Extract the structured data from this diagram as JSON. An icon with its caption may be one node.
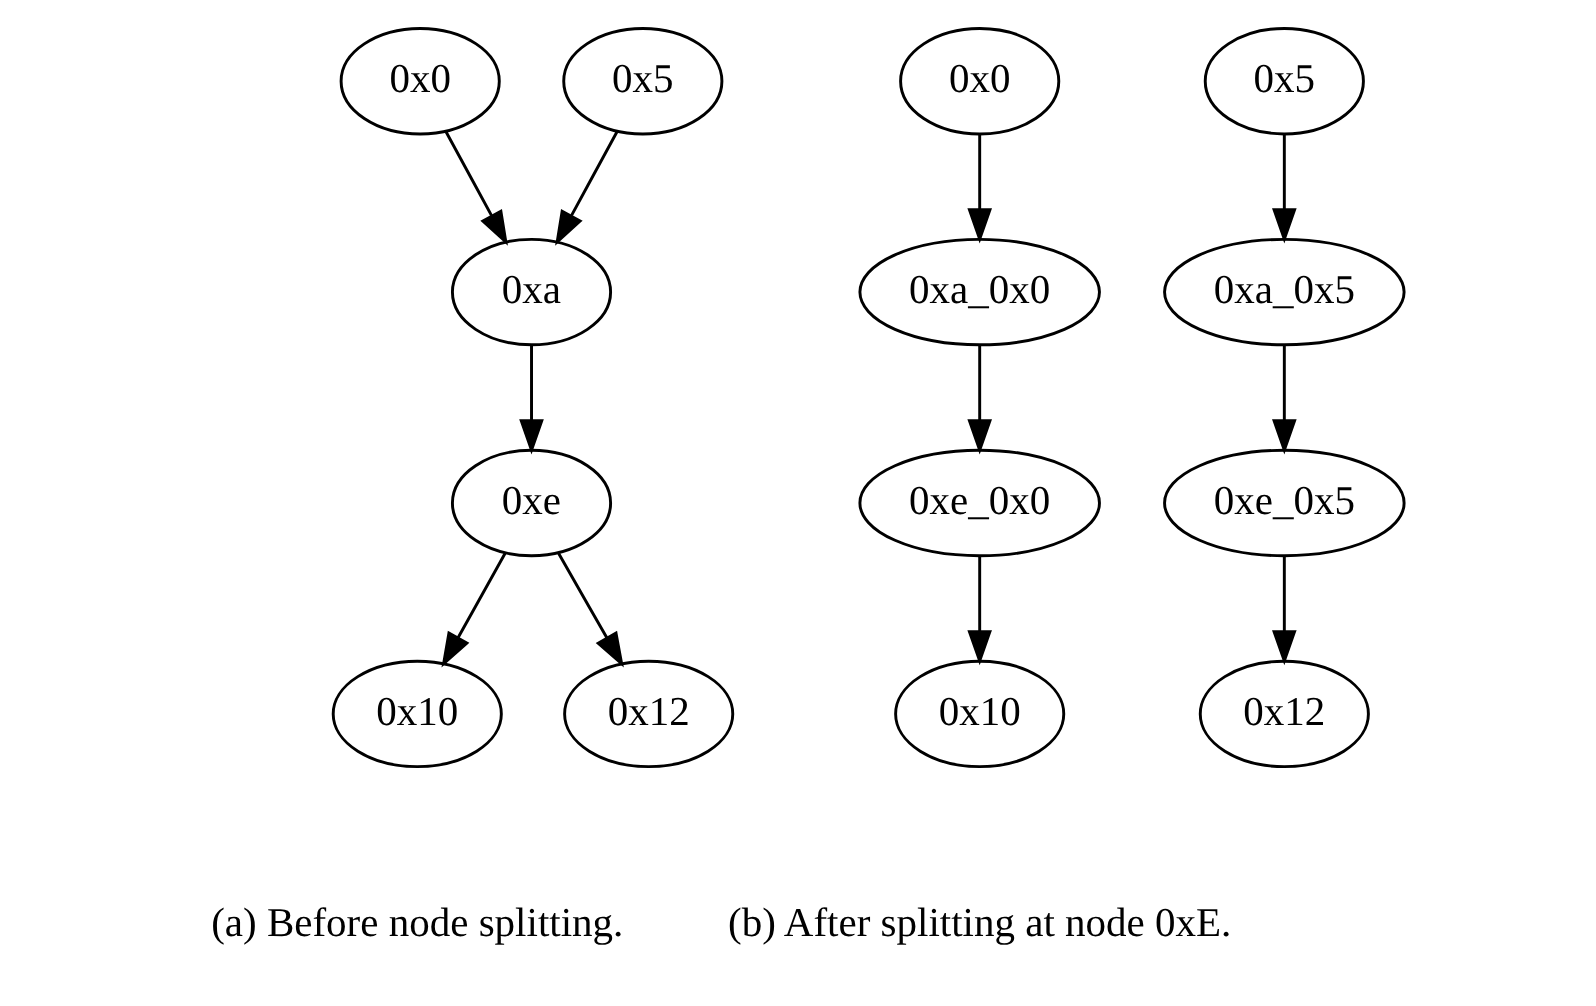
{
  "diagram": {
    "nodes": [
      {
        "text": [
          "0x0"
        ]
      },
      {
        "text": [
          "0x5"
        ]
      },
      {
        "text": [
          "0xa"
        ]
      },
      {
        "text": [
          "0xe"
        ]
      },
      {
        "text": [
          "0x10"
        ]
      },
      {
        "text": [
          "0x12"
        ]
      },
      {
        "text": [
          "0x0"
        ]
      },
      {
        "text": [
          "0x5"
        ]
      },
      {
        "text": [
          "0xa_0x0"
        ]
      },
      {
        "text": [
          "0xa_0x5"
        ]
      },
      {
        "text": [
          "0xe_0x0"
        ]
      },
      {
        "text": [
          "0xe_0x5"
        ]
      },
      {
        "text": [
          "0x10"
        ]
      },
      {
        "text": [
          "0x12"
        ]
      }
    ],
    "edges": [
      {
        "from": 0,
        "to": 2,
        "arrow": "to"
      },
      {
        "from": 1,
        "to": 2,
        "arrow": "to"
      },
      {
        "from": 2,
        "to": 3,
        "arrow": "to"
      },
      {
        "from": 3,
        "to": 4,
        "arrow": "to"
      },
      {
        "from": 3,
        "to": 5,
        "arrow": "to"
      },
      {
        "from": 6,
        "to": 8,
        "arrow": "to"
      },
      {
        "from": 7,
        "to": 9,
        "arrow": "to"
      },
      {
        "from": 8,
        "to": 10,
        "arrow": "to"
      },
      {
        "from": 9,
        "to": 11,
        "arrow": "to"
      },
      {
        "from": 10,
        "to": 12,
        "arrow": "to"
      },
      {
        "from": 11,
        "to": 13,
        "arrow": "to"
      }
    ],
    "labels": [
      "(a) Before node splitting.",
      "(b) After splitting at node 0xE."
    ]
  }
}
